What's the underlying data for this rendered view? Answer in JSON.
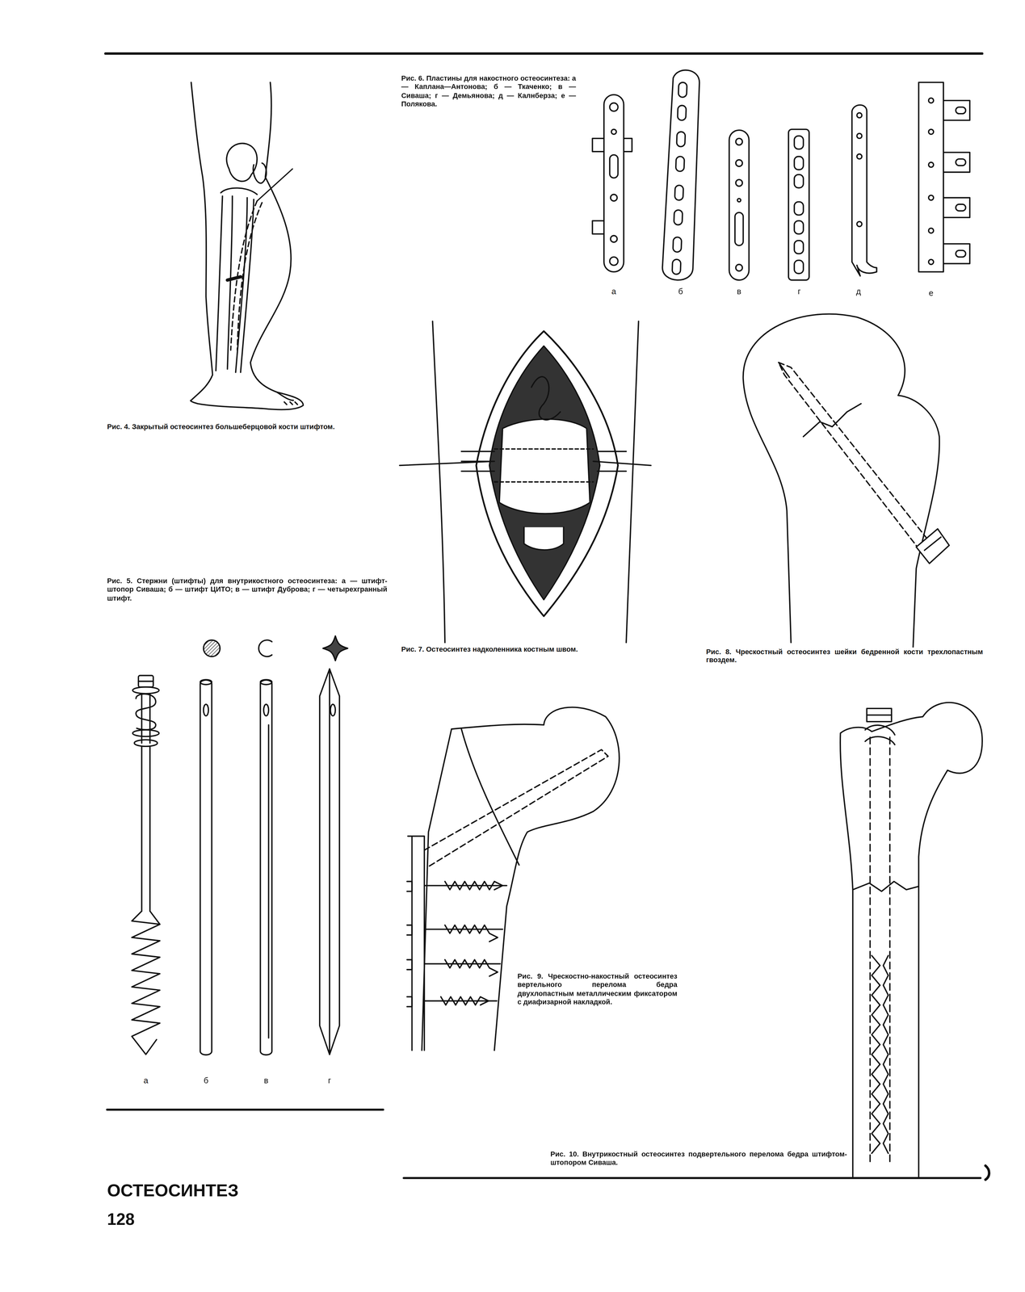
{
  "diagram": {
    "title": "ОСТЕОСИНТЕЗ",
    "labels": [
      "Рис. 6. Пластины для накостного остеосинтеза: а — Каплана—Антонова; б — Ткаченко; в — Сиваша; г — Демьянова; д — Калнберза; е — Полякова.",
      "а",
      "б",
      "в",
      "г",
      "д",
      "е",
      "Рис. 4. Закрытый остеосинтез большеберцовой кости штифтом.",
      "Рис. 5. Стержни (штифты) для внутрикостного остеосинтеза: а — штифт-штопор Сиваша; б — штифт ЦИТО; в — штифт Дуброва; г — четырехгранный штифт.",
      "а",
      "б",
      "в",
      "г",
      "Рис. 7. Остеосинтез надколенника костным швом.",
      "Рис. 8. Чрескостный остеосинтез шейки бедренной кости трехлопастным гвоздем.",
      "Рис. 9. Чрескостно-накостный остеосинтез вертельного перелома бедра двухлопастным металлическим фиксатором с диафизарной накладкой.",
      "Рис. 10. Внутрикостный остеосинтез подвертельного перелома бедра штифтом-штопором Сиваша.",
      "128"
    ]
  }
}
